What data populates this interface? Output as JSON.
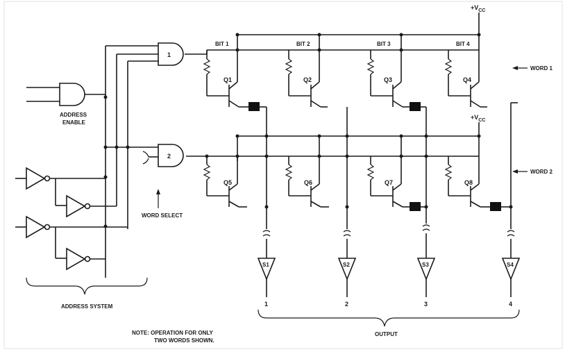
{
  "labels": {
    "vcc_top": "+V",
    "vcc_top_sub": "CC",
    "vcc_mid": "+V",
    "vcc_mid_sub": "CC",
    "bit1": "BIT 1",
    "bit2": "BIT 2",
    "bit3": "BIT 3",
    "bit4": "BIT 4",
    "word1": "WORD 1",
    "word2": "WORD 2",
    "address_enable_line1": "ADDRESS",
    "address_enable_line2": "ENABLE",
    "word_select": "WORD SELECT",
    "address_system": "ADDRESS SYSTEM",
    "output": "OUTPUT",
    "note_line1": "NOTE:  OPERATION FOR ONLY",
    "note_line2": "TWO WORDS SHOWN.",
    "gate1": "1",
    "gate2": "2"
  },
  "transistors": [
    "Q1",
    "Q2",
    "Q3",
    "Q4",
    "Q5",
    "Q6",
    "Q7",
    "Q8"
  ],
  "sense_amps": [
    "S1",
    "S2",
    "S3",
    "S4"
  ],
  "outputs": [
    "1",
    "2",
    "3",
    "4"
  ]
}
